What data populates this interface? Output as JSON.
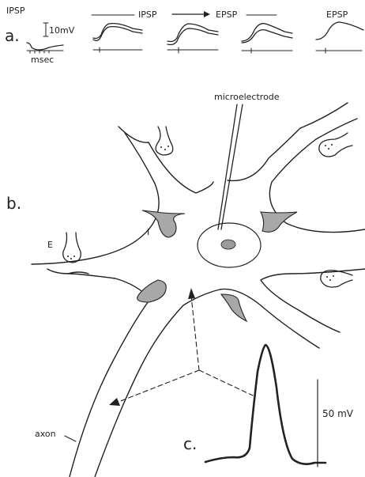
{
  "panel_labels": {
    "a": "a.",
    "b": "b.",
    "c": "c."
  },
  "panel_a": {
    "traces": [
      {
        "label": "IPSP"
      },
      {
        "label": "IPSP"
      },
      {
        "label": "EPSP"
      },
      {
        "label": "EPSP"
      }
    ],
    "scale_bar_voltage": "10mV",
    "time_label": "msec"
  },
  "panel_b": {
    "microelectrode_label": "microelectrode",
    "excitatory_label": "E",
    "inhibitory_label": "I",
    "axon_label": "axon"
  },
  "panel_c": {
    "scale_bar_label": "50 mV"
  },
  "colors": {
    "ink": "#222222",
    "inhibitory_synapse_fill": "#a8a8a8",
    "excitatory_synapse_fill": "#ffffff",
    "background": "#ffffff"
  }
}
